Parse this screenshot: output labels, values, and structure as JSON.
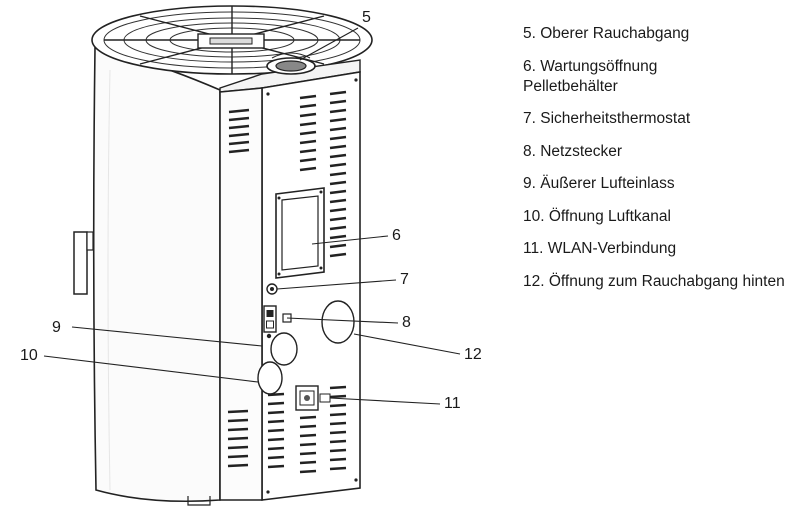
{
  "callouts": [
    {
      "id": "5",
      "label": "5"
    },
    {
      "id": "6",
      "label": "6"
    },
    {
      "id": "7",
      "label": "7"
    },
    {
      "id": "8",
      "label": "8"
    },
    {
      "id": "9",
      "label": "9"
    },
    {
      "id": "10",
      "label": "10"
    },
    {
      "id": "11",
      "label": "11"
    },
    {
      "id": "12",
      "label": "12"
    }
  ],
  "legend": [
    {
      "text": "5. Oberer Rauchabgang"
    },
    {
      "text": "6. Wartungsöffnung Pelletbehälter"
    },
    {
      "text": "7. Sicherheitsthermostat"
    },
    {
      "text": "8. Netzstecker"
    },
    {
      "text": "9. Äußerer Lufteinlass"
    },
    {
      "text": "10. Öffnung Luftkanal"
    },
    {
      "text": "11. WLAN-Verbindung"
    },
    {
      "text": "12. Öffnung zum Rauchabgang hinten"
    }
  ]
}
